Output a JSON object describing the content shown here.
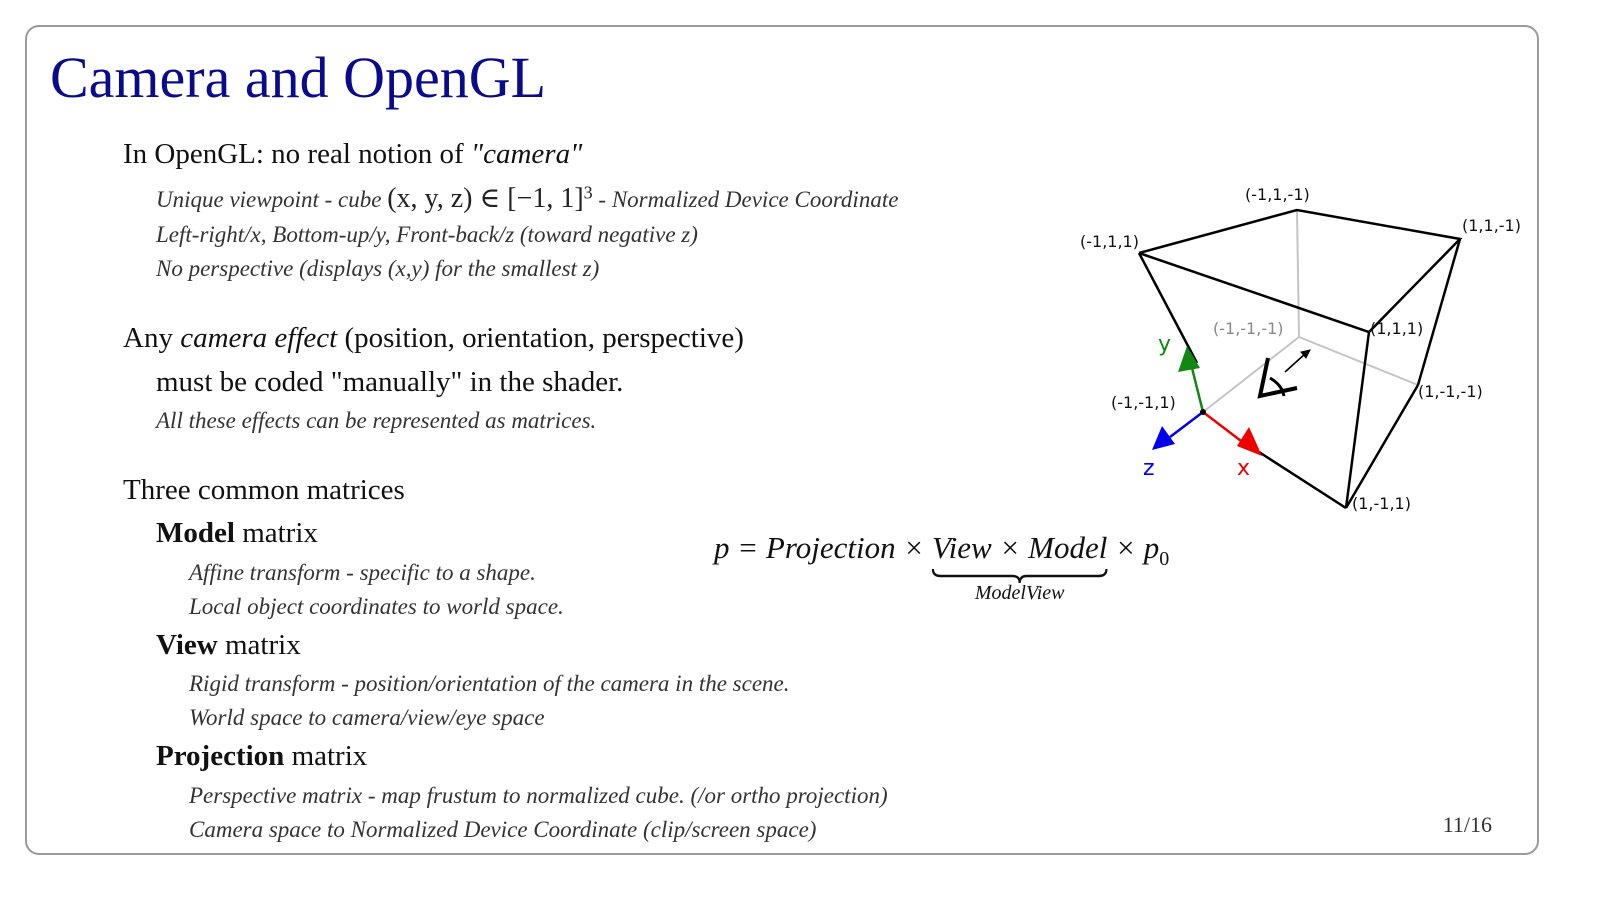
{
  "title": "Camera and OpenGL",
  "section1": {
    "heading_prefix": "In OpenGL: no real notion of ",
    "heading_em": "\"camera\"",
    "line1_prefix": "Unique viewpoint - cube ",
    "line1_math": "(x, y, z) ∈ [−1, 1]",
    "line1_sup": "3",
    "line1_suffix": " - Normalized Device Coordinate",
    "line2": "Left-right/x, Bottom-up/y, Front-back/z (toward negative z)",
    "line3": "No perspective (displays (x,y) for the smallest z)"
  },
  "section2": {
    "heading_prefix": "Any ",
    "heading_em": "camera effect",
    "heading_suffix": " (position, orientation, perspective)",
    "line2": "must be coded \"manually\" in the shader.",
    "line3": "All these effects can be represented as matrices."
  },
  "section3": {
    "heading": "Three common matrices",
    "model": {
      "bold": "Model",
      "rest": " matrix",
      "lines": [
        "Affine transform - specific to a shape.",
        "Local object coordinates to world space."
      ]
    },
    "view": {
      "bold": "View",
      "rest": " matrix",
      "lines": [
        "Rigid transform - position/orientation of the camera in the scene.",
        "World space to camera/view/eye space"
      ]
    },
    "projection": {
      "bold": "Projection",
      "rest": " matrix",
      "lines": [
        "Perspective matrix - map frustum to normalized cube. (/or ortho projection)",
        "Camera space to Normalized Device Coordinate (clip/screen space)"
      ]
    }
  },
  "equation": {
    "left": "p = Projection × ",
    "braced": "View × Model",
    "right": " × p",
    "sub": "0",
    "brace_label": "ModelView"
  },
  "diagram": {
    "vertices": {
      "v_m1_1_m1": "(-1,1,-1)",
      "v_1_1_m1": "(1,1,-1)",
      "v_m1_1_1": "(-1,1,1)",
      "v_m1_m1_m1": "(-1,-1,-1)",
      "v_1_1_1": "(1,1,1)",
      "v_1_m1_m1": "(1,-1,-1)",
      "v_m1_m1_1": "(-1,-1,1)",
      "v_1_m1_1": "(1,-1,1)"
    },
    "axes": {
      "x": "x",
      "y": "y",
      "z": "z"
    },
    "colors": {
      "x": "#ee0000",
      "y": "#118811",
      "z": "#0000ee"
    }
  },
  "page_number": "11/16"
}
